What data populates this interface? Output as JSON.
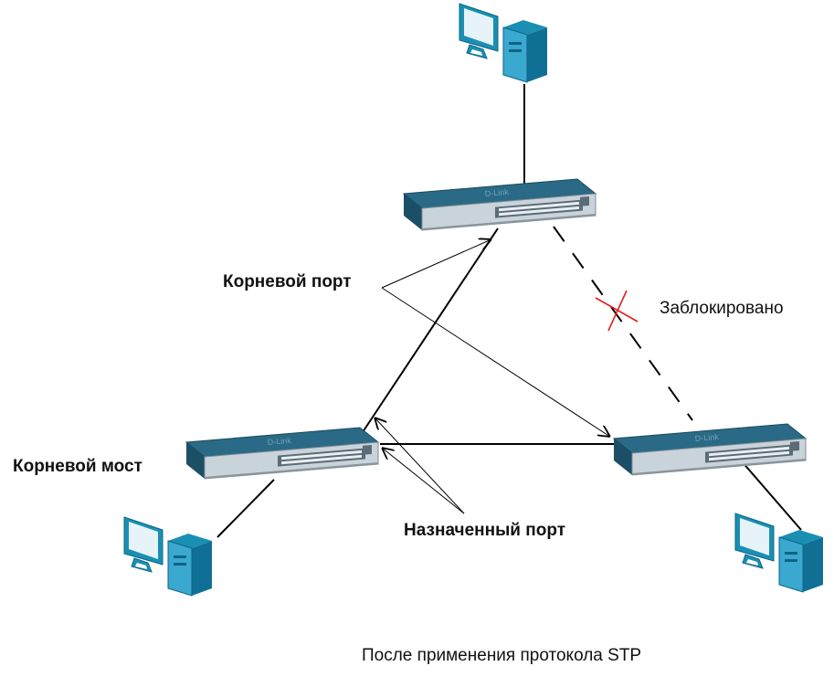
{
  "labels": {
    "root_port": "Корневой порт",
    "root_bridge": "Корневой мост",
    "designated_port": "Назначенный порт",
    "blocked": "Заблокировано",
    "caption": "После применения протокола STP"
  },
  "devices": {
    "switch_brand": "D-Link",
    "switch_icon": "network-switch-icon",
    "pc_icon": "desktop-computer-icon"
  },
  "colors": {
    "switch_top": "#2a6a86",
    "switch_front": "#c9d3da",
    "pc_blue": "#1a8fb3",
    "blocked_mark": "#e02020",
    "line": "#000000"
  }
}
